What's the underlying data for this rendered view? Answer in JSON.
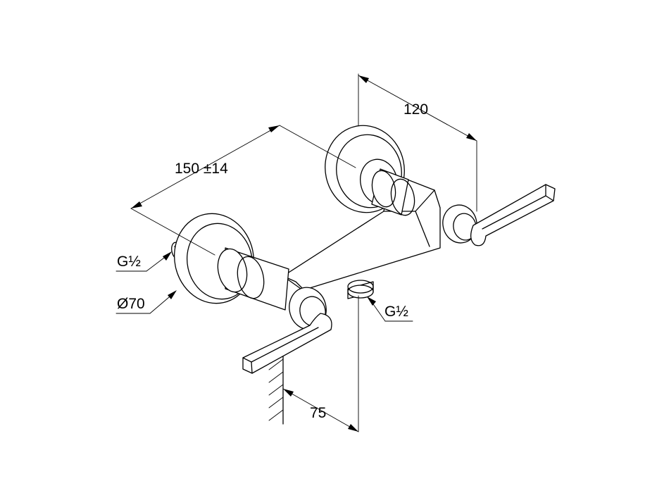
{
  "dimensions": {
    "width_top": "120",
    "spacing": "150 ±14",
    "projection": "75"
  },
  "callouts": {
    "left_thread": "G½",
    "rosette_diameter": "Ø70",
    "outlet_thread": "G½"
  }
}
